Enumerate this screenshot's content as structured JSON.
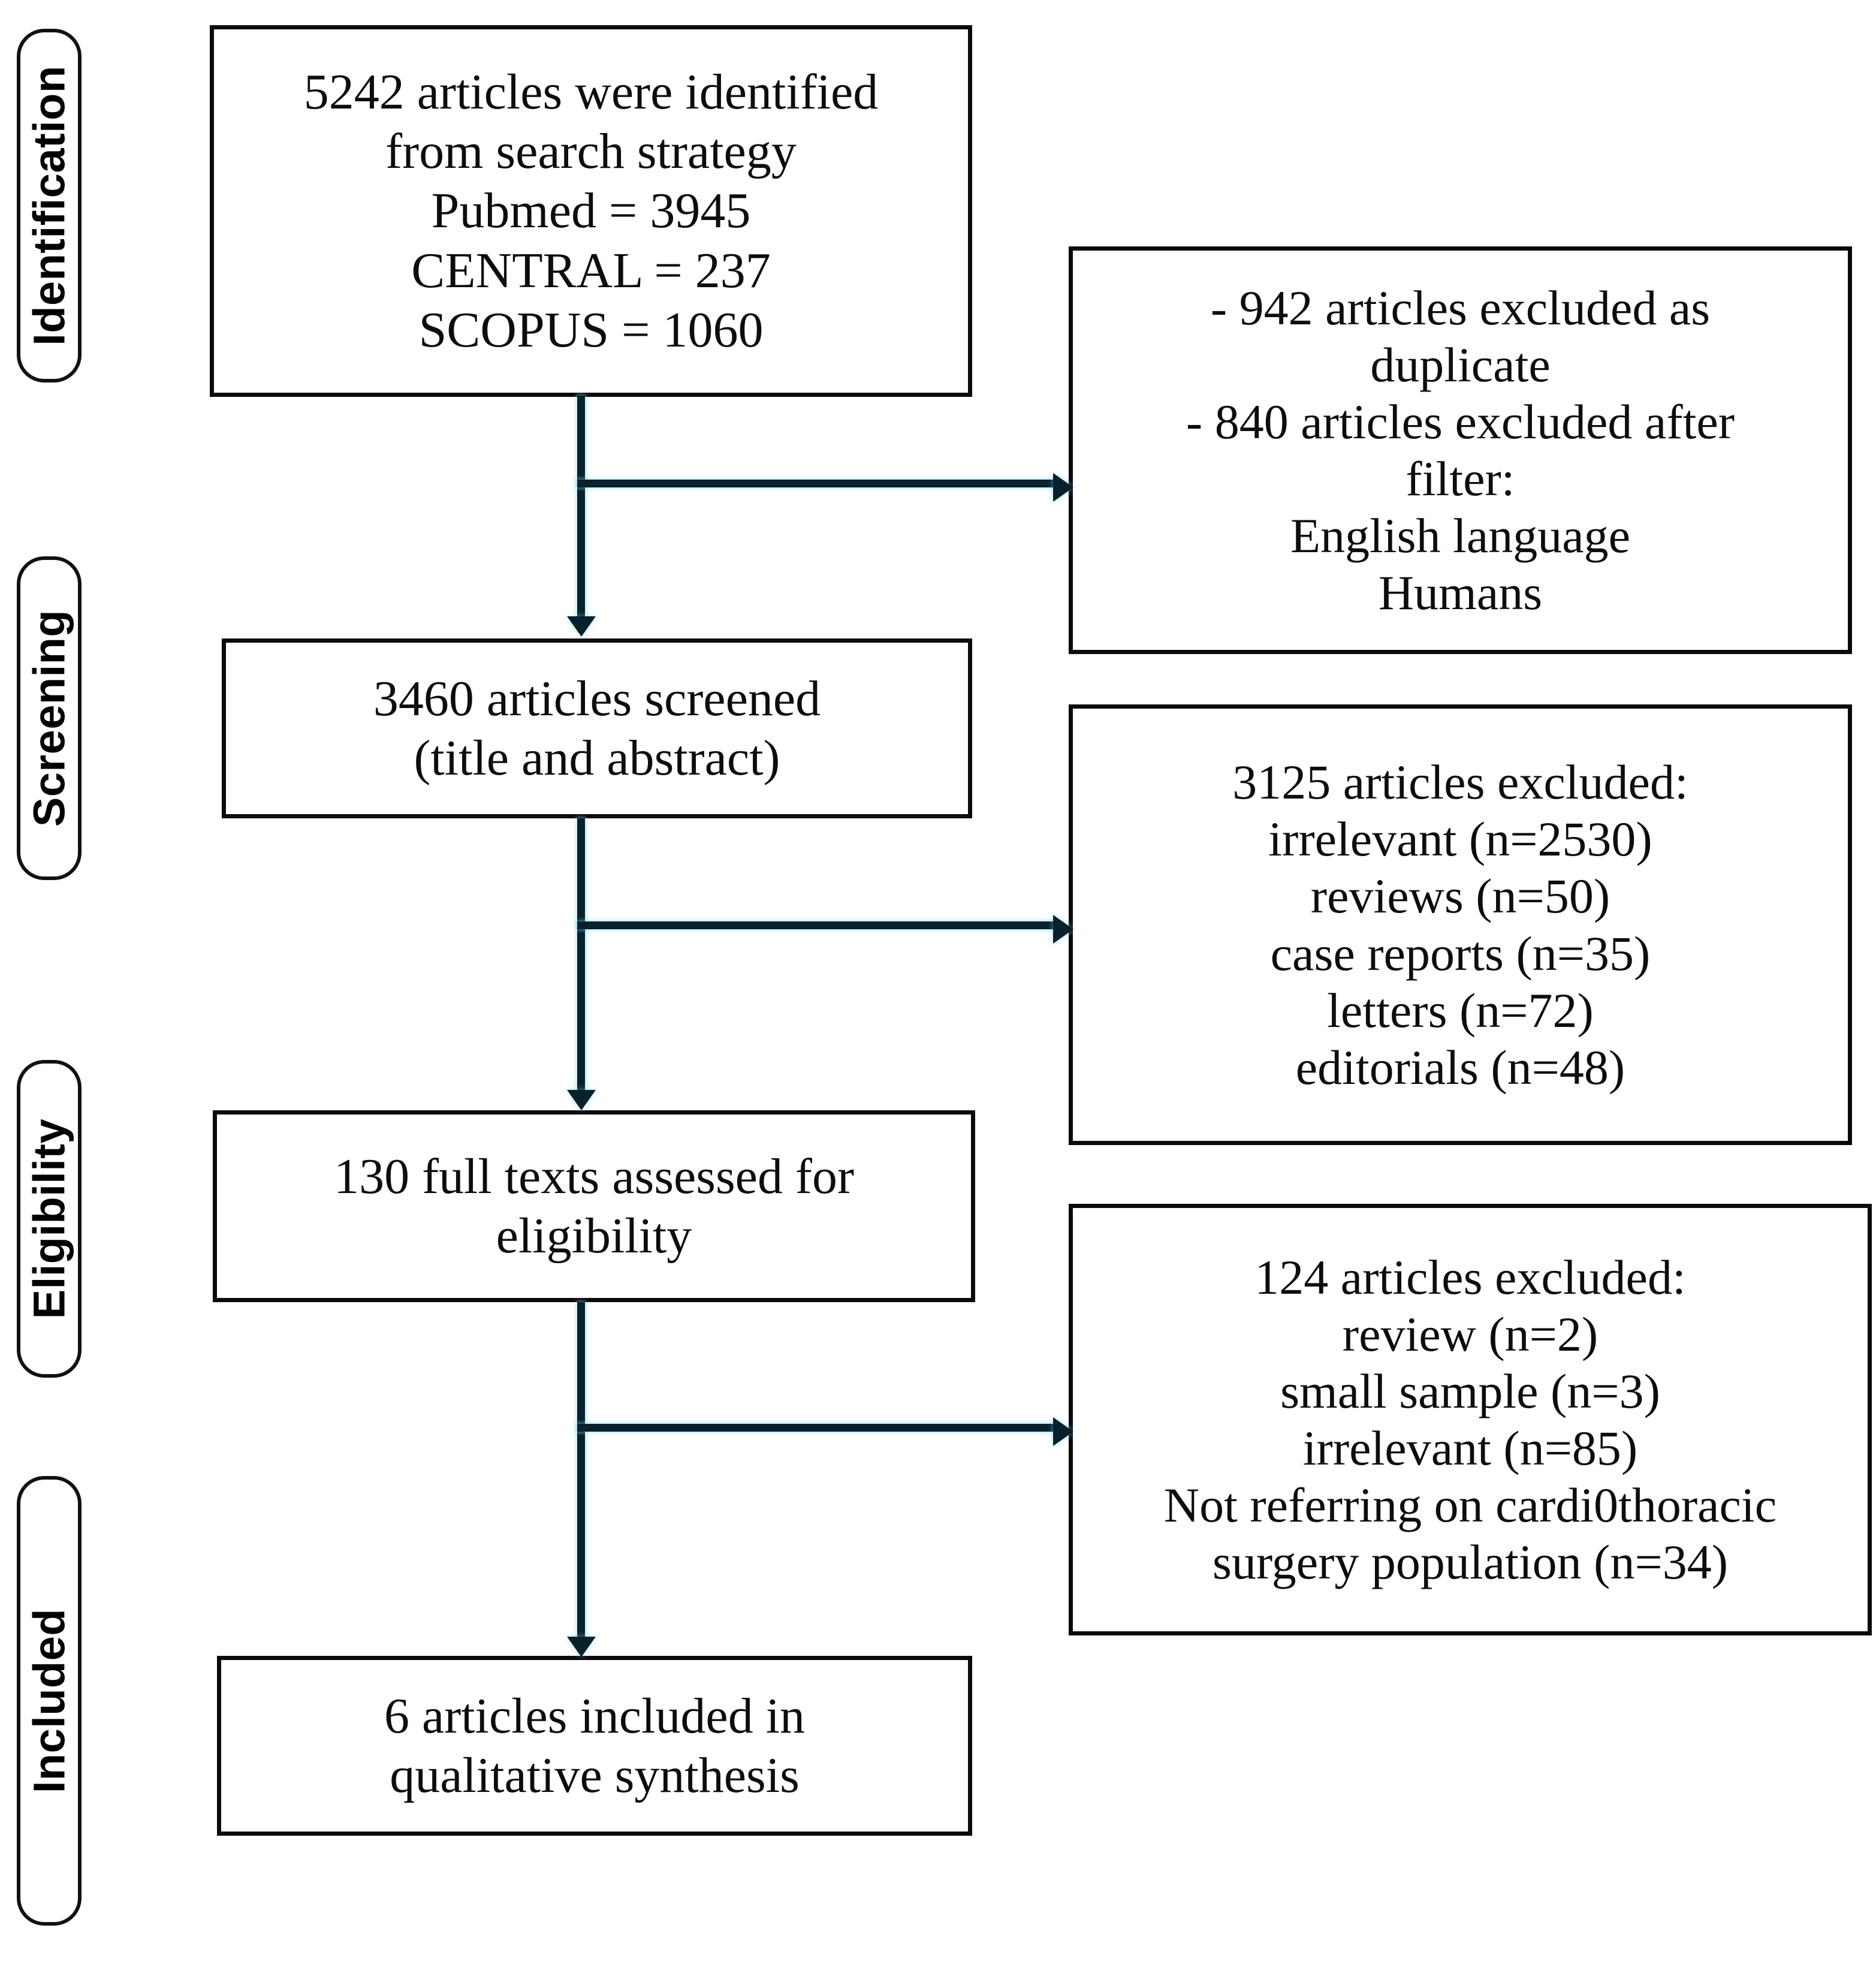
{
  "diagram": {
    "type": "prisma-flow-diagram",
    "phases": [
      {
        "id": "identification",
        "label": "Identification"
      },
      {
        "id": "screening",
        "label": "Screening"
      },
      {
        "id": "eligibility",
        "label": "Eligibility"
      },
      {
        "id": "included",
        "label": "Included"
      }
    ],
    "flow_boxes": [
      {
        "id": "identified",
        "phase": "identification",
        "text": "5242 articles were identified\nfrom search strategy\nPubmed = 3945\nCENTRAL = 237\nSCOPUS = 1060",
        "lines": [
          "5242 articles were identified",
          "from search strategy",
          "Pubmed = 3945",
          "CENTRAL = 237",
          "SCOPUS = 1060"
        ],
        "counts": {
          "total": 5242,
          "Pubmed": 3945,
          "CENTRAL": 237,
          "SCOPUS": 1060
        }
      },
      {
        "id": "screened",
        "phase": "screening",
        "text": "3460 articles screened\n(title and abstract)",
        "lines": [
          "3460 articles screened",
          "(title and abstract)"
        ],
        "counts": {
          "total": 3460
        }
      },
      {
        "id": "full-texts",
        "phase": "eligibility",
        "text": "130 full texts assessed for\neligibility",
        "lines": [
          "130 full texts assessed for",
          "eligibility"
        ],
        "counts": {
          "total": 130
        }
      },
      {
        "id": "included",
        "phase": "included",
        "text": "6 articles included in\nqualitative synthesis",
        "lines": [
          "6 articles included in",
          "qualitative synthesis"
        ],
        "counts": {
          "total": 6
        }
      }
    ],
    "exclusion_boxes": [
      {
        "id": "excluded-duplicates-filter",
        "text": "-  942 articles excluded as\nduplicate\n- 840 articles excluded after\nfilter:\nEnglish language\nHumans",
        "lines": [
          "-  942 articles excluded as",
          "duplicate",
          "- 840 articles excluded after",
          "filter:",
          "English language",
          "Humans"
        ],
        "reasons": [
          {
            "label": "excluded as duplicate",
            "n": 942
          },
          {
            "label": "excluded after filter: English language, Humans",
            "n": 840
          }
        ]
      },
      {
        "id": "excluded-screening",
        "text": "3125 articles excluded:\nirrelevant (n=2530)\nreviews (n=50)\ncase reports (n=35)\nletters (n=72)\neditorials (n=48)",
        "lines": [
          "3125 articles excluded:",
          "irrelevant (n=2530)",
          "reviews (n=50)",
          "case reports (n=35)",
          "letters (n=72)",
          "editorials (n=48)"
        ],
        "total": 3125,
        "reasons": [
          {
            "label": "irrelevant",
            "n": 2530
          },
          {
            "label": "reviews",
            "n": 50
          },
          {
            "label": "case reports",
            "n": 35
          },
          {
            "label": "letters",
            "n": 72
          },
          {
            "label": "editorials",
            "n": 48
          }
        ]
      },
      {
        "id": "excluded-eligibility",
        "text": "124 articles excluded:\nreview (n=2)\nsmall sample (n=3)\nirrelevant (n=85)\nNot referring on cardi0thoracic\nsurgery population (n=34)",
        "lines": [
          "124 articles excluded:",
          "review (n=2)",
          "small sample (n=3)",
          "irrelevant (n=85)",
          "Not referring on cardi0thoracic",
          "surgery population (n=34)"
        ],
        "total": 124,
        "reasons": [
          {
            "label": "review",
            "n": 2
          },
          {
            "label": "small sample",
            "n": 3
          },
          {
            "label": "irrelevant",
            "n": 85
          },
          {
            "label": "Not referring on cardi0thoracic surgery population",
            "n": 34
          }
        ]
      }
    ],
    "colors": {
      "box_border": "#0b0b0b",
      "pill_border": "#111111",
      "connector": "#08212c",
      "connector_glow": "#78d7f0",
      "text": "#0d0d0d",
      "background": "#ffffff"
    }
  }
}
